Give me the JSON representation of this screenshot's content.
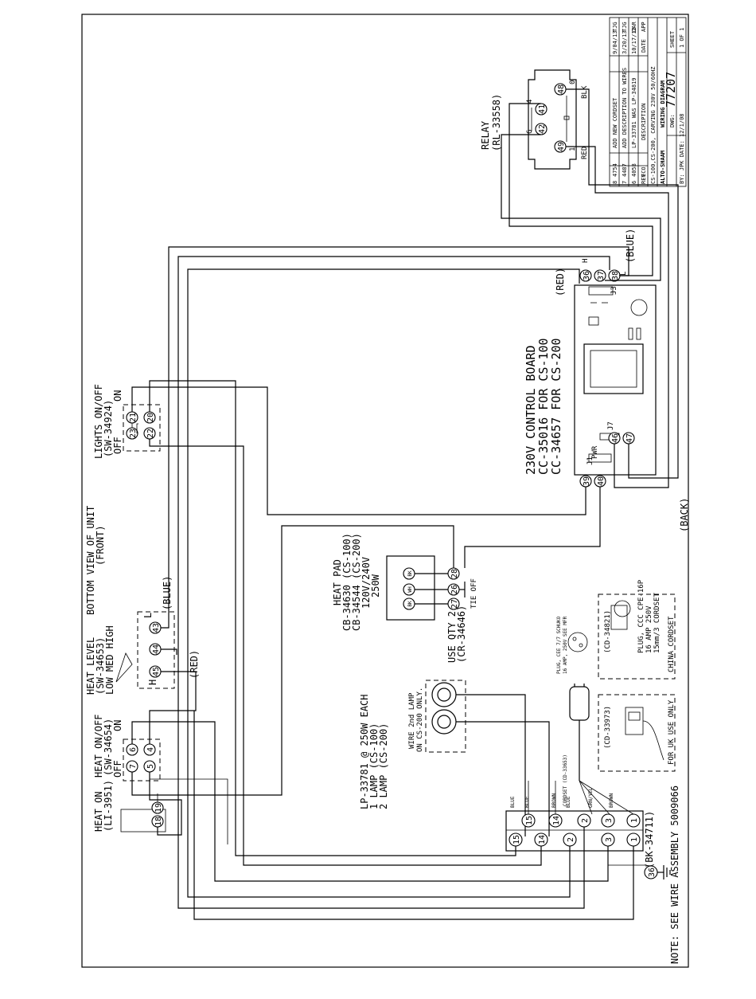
{
  "title_block": {
    "company": "ALTO-SHAAM",
    "description": "CS-100,CS-200, CARVING  230V 50/60HZ",
    "doc_title": "WIRING DIAGRAM",
    "dwg_label": "DWG:",
    "dwg_number": "77207",
    "sheet_label": "SHEET",
    "sheet_value": "1 OF 1",
    "by_date": "BY: JPK DATE: 12/1/08",
    "header": [
      "REV",
      "ECO",
      "DESCRIPTION",
      "DATE",
      "APP"
    ],
    "revisions": [
      {
        "rev": "8",
        "eco": "4754",
        "desc": "ADD NEW CORDSET",
        "date": "9/04/13",
        "app": "TJG"
      },
      {
        "rev": "7",
        "eco": "4487",
        "desc": "ADD DESCRIPTION TO WIRES",
        "date": "3/20/13",
        "app": "TJG"
      },
      {
        "rev": "6",
        "eco": "4058",
        "desc": "LP-33781 WAS LP-34819",
        "date": "10/17/12",
        "app": "DAR"
      }
    ]
  },
  "components": {
    "relay": {
      "title": "RELAY",
      "part": "(RL-33558)",
      "terminals": [
        "41",
        "42",
        "48",
        "49"
      ],
      "pins_top": "6",
      "pins_right": "4",
      "pin_a": "1",
      "pin_b": "0",
      "wire_black": "BLK",
      "wire_red": "RED"
    },
    "control_board": {
      "line1": "230V CONTROL BOARD",
      "line2": "CC-35016 FOR CS-100",
      "line3": "CC-34657 FOR CS-200",
      "j1": "J1",
      "pwr": "PWR",
      "j7": "J7",
      "j3": "J3",
      "h": "H",
      "l": "L",
      "terminals": [
        "36",
        "37",
        "38",
        "39",
        "40",
        "46",
        "47"
      ],
      "red": "(RED)",
      "blue": "(BLUE)",
      "back": "(BACK)"
    },
    "lights_switch": {
      "title": "LIGHTS ON/OFF",
      "part": "(SW-34924)",
      "off": "OFF",
      "on": "ON",
      "terminals": [
        "21",
        "23",
        "22",
        "20"
      ]
    },
    "bottom_view": {
      "line1": "BOTTOM VIEW OF UNIT",
      "line2": "(FRONT)"
    },
    "heat_level": {
      "title": "HEAT LEVEL",
      "part": "(SW-34653)",
      "positions": "LOW  MED  HIGH",
      "terminals": [
        "43",
        "44",
        "45"
      ],
      "h": "H",
      "l": "L",
      "blue": "(BLUE)",
      "red": "(RED)"
    },
    "heat_pad": {
      "title": "HEAT PAD",
      "line1": "CB-34630 (CS-100)",
      "line2": "CB-34544 (CS-200)",
      "line3": "120V/240V",
      "line4": "250W",
      "terminals": [
        "28",
        "26",
        "27"
      ],
      "pins": [
        "BK",
        "WH",
        "BK"
      ],
      "tie_off": "TIE OFF",
      "use_qty": "USE QTY 2",
      "use_part": "(CR-34646)"
    },
    "heat_switch": {
      "title": "HEAT ON/OFF",
      "part": "(SW-34654)",
      "off": "OFF",
      "on": "ON",
      "terminals": [
        "6",
        "7",
        "4",
        "5"
      ]
    },
    "heat_light": {
      "title": "HEAT ON",
      "part": "(LI-3951)",
      "terminals": [
        "18",
        "19"
      ]
    },
    "lamps": {
      "line1": "LP-33781 @ 250W EACH",
      "line2": "1 LAMP (CS-100)",
      "line3": "2 LAMP (CS-200)",
      "wire_note1": "WIRE 2nd LAMP",
      "wire_note2": "ON CS-200 ONLY."
    },
    "plug_china": {
      "code": "(CD-34821)",
      "line1": "PLUG, CCC CPE-16P",
      "line2": "16 AMP 250V",
      "line3": "15mm/3 CORDSET",
      "region": "CHINA CORDSET"
    },
    "plug_uk": {
      "code": "(CD-33973)",
      "region": "FOR UK USE ONLY"
    },
    "plug_eu": {
      "label1": "PLUG, CEE 7/7 SCHUKO",
      "label2": "16 AMP, 250V SEE MFR"
    },
    "cordset": {
      "label1": "CORDSET (CD-33653)"
    },
    "terminal_block": {
      "part": "(BK-34711)",
      "row_a": [
        "15",
        "14",
        "2",
        "3",
        "1"
      ],
      "row_b": [
        "15",
        "14",
        "2",
        "3",
        "1"
      ],
      "wire_labels": [
        "BLUE",
        "BLUE",
        "BROWN",
        "BLUE",
        "GRN/YEL",
        "BROWN"
      ]
    },
    "ground": {
      "terminal": "36"
    },
    "note": "NOTE: SEE WIRE ASSEMBLY 5009066"
  }
}
